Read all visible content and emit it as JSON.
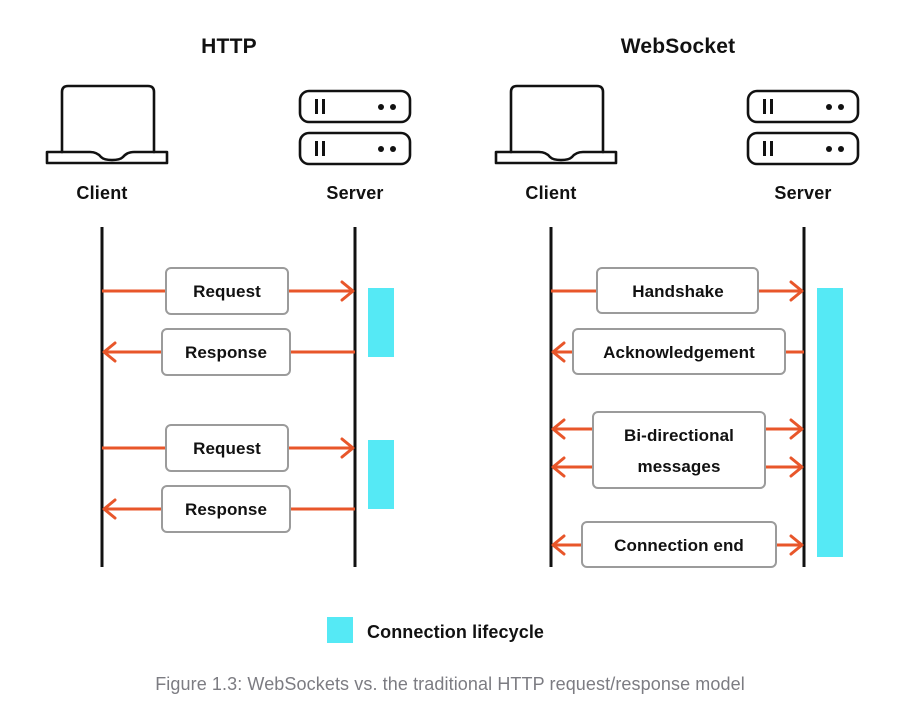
{
  "figure": {
    "caption": "Figure 1.3: WebSockets vs. the traditional HTTP request/response model",
    "background": "#ffffff"
  },
  "colors": {
    "arrow": "#e8562a",
    "lifecycle": "#55e9f5",
    "box_border": "#9b9b9b",
    "lifeline": "#111111",
    "text": "#111111",
    "caption_text": "#7c7c82"
  },
  "legend": {
    "swatch_color": "#55e9f5",
    "label": "Connection lifecycle"
  },
  "panels": [
    {
      "id": "http",
      "title": "HTTP",
      "client": {
        "label": "Client",
        "icon": "laptop-icon"
      },
      "server": {
        "label": "Server",
        "icon": "server-icon"
      },
      "messages": [
        {
          "label": "Request",
          "direction": "client-to-server"
        },
        {
          "label": "Response",
          "direction": "server-to-client"
        },
        {
          "label": "Request",
          "direction": "client-to-server"
        },
        {
          "label": "Response",
          "direction": "server-to-client"
        }
      ],
      "lifecycle_bars": 2
    },
    {
      "id": "websocket",
      "title": "WebSocket",
      "client": {
        "label": "Client",
        "icon": "laptop-icon"
      },
      "server": {
        "label": "Server",
        "icon": "server-icon"
      },
      "messages": [
        {
          "label": "Handshake",
          "direction": "client-to-server"
        },
        {
          "label": "Acknowledgement",
          "direction": "server-to-client"
        },
        {
          "label": "Bi-directional messages",
          "direction": "bidirectional"
        },
        {
          "label": "Connection end",
          "direction": "bidirectional"
        }
      ],
      "lifecycle_bars": 1
    }
  ],
  "labels": {
    "http_title": "HTTP",
    "ws_title": "WebSocket",
    "http_client": "Client",
    "http_server": "Server",
    "ws_client": "Client",
    "ws_server": "Server",
    "m_request_1": "Request",
    "m_response_1": "Response",
    "m_request_2": "Request",
    "m_response_2": "Response",
    "m_handshake": "Handshake",
    "m_acknowledgement": "Acknowledgement",
    "m_bidirectional_line1": "Bi-directional",
    "m_bidirectional_line2": "messages",
    "m_connection_end": "Connection end"
  }
}
